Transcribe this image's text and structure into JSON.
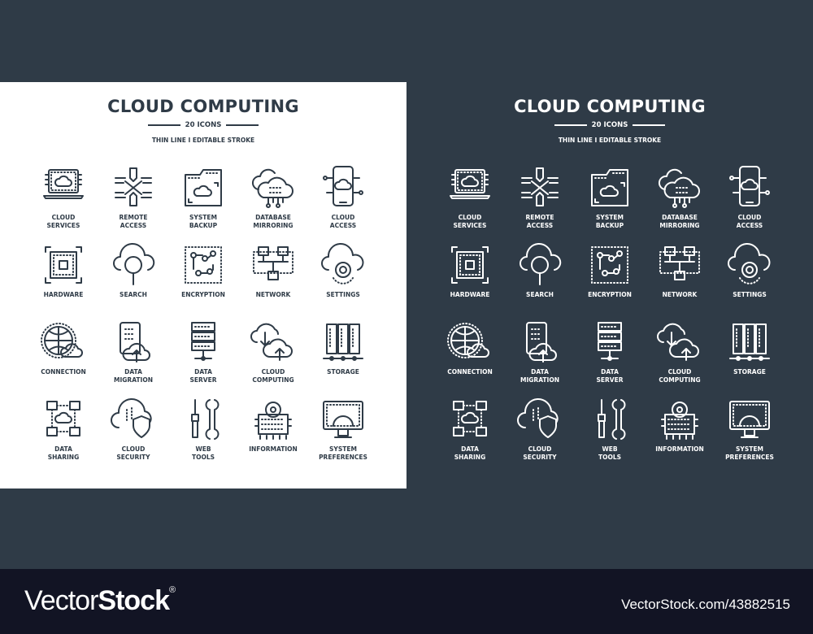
{
  "colors": {
    "dark_bg": "#2f3b47",
    "light_bg": "#ffffff",
    "footer_bg": "#121424"
  },
  "panels": [
    {
      "theme": "light",
      "title": "CLOUD COMPUTING",
      "count": "20 ICONS",
      "tagline": "THIN LINE I EDITABLE STROKE"
    },
    {
      "theme": "dark",
      "title": "CLOUD COMPUTING",
      "count": "20 ICONS",
      "tagline": "THIN LINE I EDITABLE STROKE"
    }
  ],
  "icons": [
    {
      "icon": "laptop-cloud-icon",
      "label": "CLOUD\nSERVICES"
    },
    {
      "icon": "remote-arrows-icon",
      "label": "REMOTE\nACCESS"
    },
    {
      "icon": "folder-cloud-icon",
      "label": "SYSTEM\nBACKUP"
    },
    {
      "icon": "cloud-database-icon",
      "label": "DATABASE\nMIRRORING"
    },
    {
      "icon": "phone-cloud-icon",
      "label": "CLOUD\nACCESS"
    },
    {
      "icon": "chip-icon",
      "label": "HARDWARE"
    },
    {
      "icon": "cloud-search-icon",
      "label": "SEARCH"
    },
    {
      "icon": "circuit-icon",
      "label": "ENCRYPTION"
    },
    {
      "icon": "network-icon",
      "label": "NETWORK"
    },
    {
      "icon": "cloud-gear-icon",
      "label": "SETTINGS"
    },
    {
      "icon": "globe-cloud-icon",
      "label": "CONNECTION"
    },
    {
      "icon": "tablet-upload-icon",
      "label": "DATA\nMIGRATION"
    },
    {
      "icon": "server-rack-icon",
      "label": "DATA\nSERVER"
    },
    {
      "icon": "cloud-sync-icon",
      "label": "CLOUD\nCOMPUTING"
    },
    {
      "icon": "storage-icon",
      "label": "STORAGE"
    },
    {
      "icon": "data-sharing-icon",
      "label": "DATA\nSHARING"
    },
    {
      "icon": "cloud-shield-icon",
      "label": "CLOUD\nSECURITY"
    },
    {
      "icon": "tools-icon",
      "label": "WEB\nTOOLS"
    },
    {
      "icon": "disk-chip-icon",
      "label": "INFORMATION"
    },
    {
      "icon": "monitor-gear-icon",
      "label": "SYSTEM\nPREFERENCES"
    }
  ],
  "footer": {
    "brand_thin": "Vector",
    "brand_bold": "Stock",
    "brand_mark": "®",
    "ref": "VectorStock.com/43882515"
  }
}
